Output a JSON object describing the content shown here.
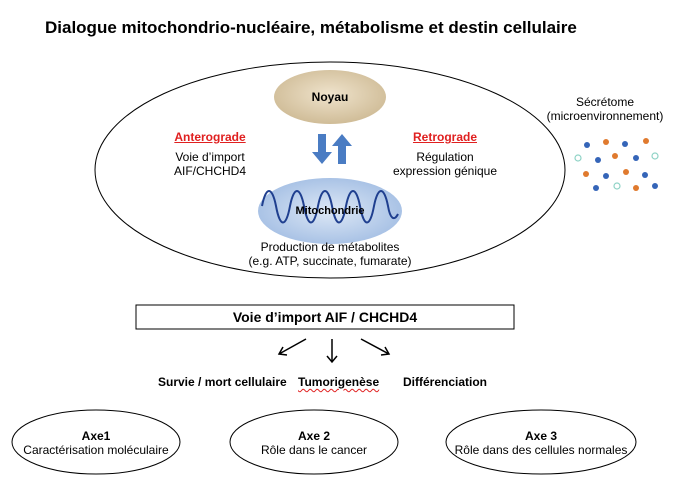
{
  "title": "Dialogue mitochondrio-nucléaire, métabolisme et destin cellulaire",
  "cell": {
    "nucleus_label": "Noyau",
    "mito_label": "Mitochondrie",
    "anterograde": {
      "title": "Anterograde",
      "line1": "Voie d’import",
      "line2": "AIF/CHCHD4"
    },
    "retrograde": {
      "title": "Retrograde",
      "line1": "Régulation",
      "line2": "expression génique"
    },
    "metabolites": {
      "line1": "Production de métabolites",
      "line2": "(e.g. ATP, succinate, fumarate)"
    }
  },
  "secretome": {
    "line1": "Sécrétome",
    "line2": "(microenvironnement)"
  },
  "pathway_box": "Voie d’import AIF / CHCHD4",
  "outcomes": [
    {
      "label": "Survie / mort cellulaire"
    },
    {
      "label": "Tumorigenèse"
    },
    {
      "label": "Différenciation"
    }
  ],
  "axes": [
    {
      "title": "Axe1",
      "desc": "Caractérisation moléculaire"
    },
    {
      "title": "Axe 2",
      "desc": "Rôle dans le cancer"
    },
    {
      "title": "Axe 3",
      "desc": "Rôle dans des cellules normales"
    }
  ],
  "colors": {
    "nucleus_fill": "#d9c8a8",
    "mito_fill": "#b9cdea",
    "arrow_blue": "#4a7cc3",
    "accent_red": "#e02020",
    "dot_blue": "#3565b8",
    "dot_orange": "#e07a2e",
    "dot_teal": "#8fd3c6"
  }
}
